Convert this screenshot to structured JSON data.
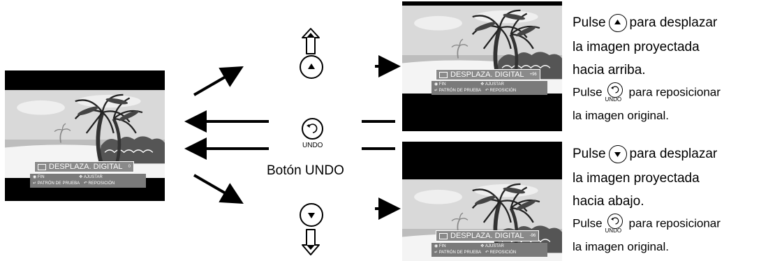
{
  "osd": {
    "title": "DESPLAZA. DIGITAL",
    "value_center": "0",
    "value_up": "+96",
    "value_down": "-96",
    "fin": "FIN",
    "ajustar": "AJUSTAR",
    "patron": "PATRÓN DE PRUEBA",
    "reposicion": "REPOSICIÓN"
  },
  "undo_caption": "UNDO",
  "boton_undo": "Botón UNDO",
  "instructions": {
    "up": {
      "pulse": "Pulse",
      "line1_tail": "para desplazar",
      "line2": "la imagen proyectada",
      "line3": "hacia arriba."
    },
    "down": {
      "pulse": "Pulse",
      "line1_tail": "para desplazar",
      "line2": "la imagen proyectada",
      "line3": "hacia abajo."
    },
    "reset": {
      "pulse": "Pulse",
      "tail": "para reposicionar",
      "line2": "la imagen original."
    }
  },
  "icons": [
    "up-arrow-icon",
    "down-arrow-icon",
    "undo-icon",
    "palm-tree-icon"
  ]
}
